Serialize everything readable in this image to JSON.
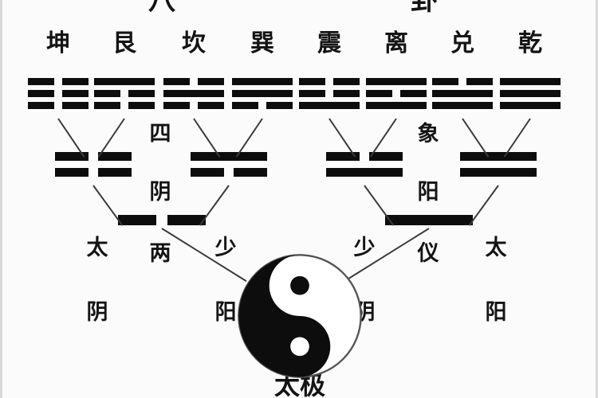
{
  "diagram": {
    "headline_left": "八",
    "headline_right": "卦",
    "caption": "太极",
    "accent_color": "#0d0d0d",
    "line_color": "#3a3a3a",
    "background_color": "#fbfbfb"
  },
  "trigrams": [
    {
      "name": "坤",
      "lines": [
        "yin",
        "yin",
        "yin"
      ]
    },
    {
      "name": "艮",
      "lines": [
        "yang",
        "yin",
        "yin"
      ]
    },
    {
      "name": "坎",
      "lines": [
        "yin",
        "yang",
        "yin"
      ]
    },
    {
      "name": "巽",
      "lines": [
        "yang",
        "yang",
        "yin"
      ]
    },
    {
      "name": "震",
      "lines": [
        "yin",
        "yin",
        "yang"
      ]
    },
    {
      "name": "离",
      "lines": [
        "yang",
        "yin",
        "yang"
      ]
    },
    {
      "name": "兑",
      "lines": [
        "yin",
        "yang",
        "yang"
      ]
    },
    {
      "name": "乾",
      "lines": [
        "yang",
        "yang",
        "yang"
      ]
    }
  ],
  "bigrams": [
    {
      "label": "太阴",
      "lines": [
        "yin",
        "yin"
      ]
    },
    {
      "label": "少阳",
      "lines": [
        "yang",
        "yin"
      ]
    },
    {
      "label": "少阴",
      "lines": [
        "yin",
        "yang"
      ]
    },
    {
      "label": "太阳",
      "lines": [
        "yang",
        "yang"
      ]
    }
  ],
  "monograms": [
    {
      "label": "阴",
      "line": "yin"
    },
    {
      "label": "阳",
      "line": "yang"
    }
  ],
  "columns": {
    "left": [
      "四",
      "阴",
      "两"
    ],
    "right": [
      "象",
      "阳",
      "仪"
    ]
  }
}
